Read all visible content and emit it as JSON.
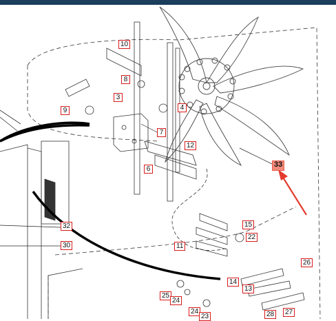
{
  "diagram": {
    "callouts": [
      "10",
      "8",
      "3",
      "9",
      "4",
      "7",
      "12",
      "6",
      "33",
      "15",
      "22",
      "32",
      "30",
      "11",
      "14",
      "13",
      "26",
      "25",
      "24",
      "28",
      "27",
      "24",
      "23"
    ],
    "highlighted_callout": "33",
    "colors": {
      "callout_border": "#d81b1b",
      "highlight_fill": "#f08a7a",
      "arrow": "#e33b2e",
      "header_bar": "#1c3d5c"
    }
  }
}
